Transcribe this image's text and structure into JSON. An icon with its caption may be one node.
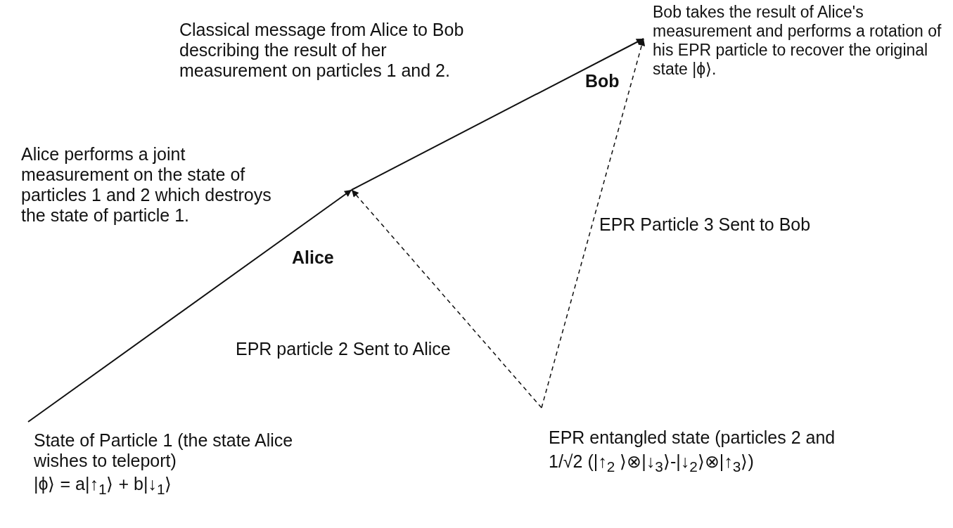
{
  "diagram": {
    "nodes": [
      {
        "text": [
          "State of Particle 1 (the state Alice wishes to teleport)",
          "|ϕ⟩ = a|↑$_{1}$⟩ + b|↓$_{1}$⟩"
        ]
      },
      {
        "text": [
          "Alice"
        ],
        "beside": [
          "Alice performs a joint measurement on the state of particles 1 and 2 which destroys the state of particle 1."
        ]
      },
      {
        "text": [
          "Bob"
        ],
        "beside": [
          "Bob takes the result of Alice's measurement and performs a rotation of his EPR particle to recover the original state |ϕ⟩."
        ]
      },
      {
        "text": [
          "EPR entangled state (particles 2 and",
          "1/√2 (|↑$_{2}$ ⟩⊗|↓$_{3}$⟩-|↓$_{2}$⟩⊗|↑$_{3}$⟩)"
        ]
      }
    ],
    "edges": [
      {
        "from": 0,
        "to": 1,
        "arrow": "to"
      },
      {
        "from": 1,
        "to": 2,
        "arrow": "to",
        "label": "Classical message from Alice to Bob describing the result of her measurement on particles 1 and 2."
      },
      {
        "from": 3,
        "to": 1,
        "arrow": "to",
        "style": "dashed",
        "label": "EPR particle 2 Sent to Alice"
      },
      {
        "from": 3,
        "to": 2,
        "arrow": "to",
        "style": "dashed",
        "label": "EPR Particle 3 Sent to Bob"
      }
    ]
  }
}
